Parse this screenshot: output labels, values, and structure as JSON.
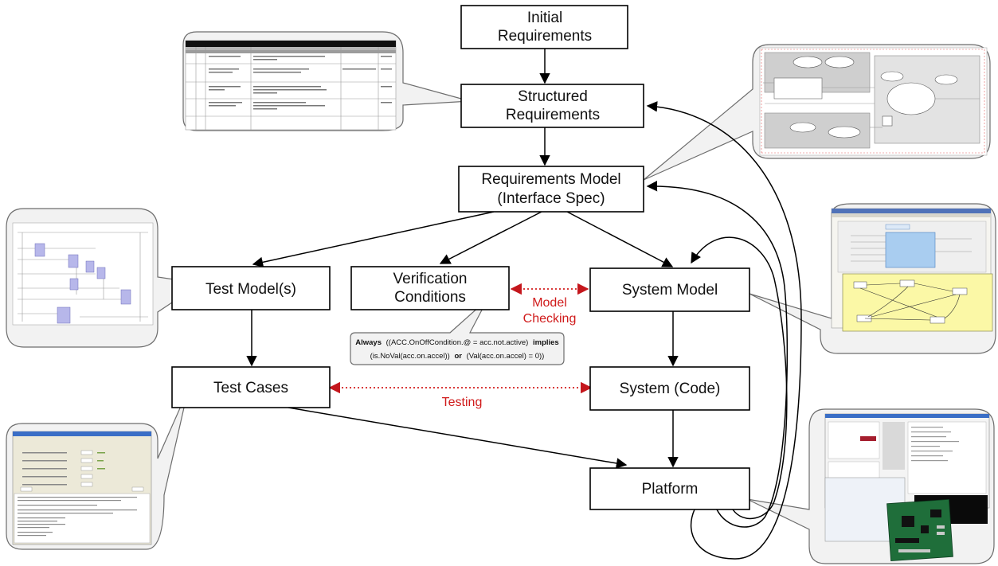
{
  "nodes": {
    "initial_requirements": [
      "Initial",
      "Requirements"
    ],
    "structured_requirements": [
      "Structured",
      "Requirements"
    ],
    "requirements_model": [
      "Requirements Model",
      "(Interface Spec)"
    ],
    "test_models": [
      "Test Model(s)"
    ],
    "verification_conditions": [
      "Verification",
      "Conditions"
    ],
    "system_model": [
      "System Model"
    ],
    "test_cases": [
      "Test Cases"
    ],
    "system_code": [
      "System (Code)"
    ],
    "platform": [
      "Platform"
    ]
  },
  "relations": {
    "model_checking": [
      "Model",
      "Checking"
    ],
    "testing": "Testing"
  },
  "formula": {
    "line1_kw1": "Always",
    "line1_mid": "((ACC.OnOffCondition.@ = acc.not.active)",
    "line1_kw2": "implies",
    "line2_left": "(is.NoVal(acc.on.accel))",
    "line2_kw": "or",
    "line2_right": "(Val(acc.on.accel) = 0))"
  },
  "colors": {
    "relation_red": "#d01a1a",
    "callout_fill": "#f2f2f2",
    "state_chart_yellow": "#fbf8a6"
  },
  "thumbnails": [
    "requirements-table",
    "interface-spec-diagram",
    "test-model-block-diagram",
    "system-model-statechart",
    "test-runner-window",
    "platform-hardware-screens"
  ]
}
